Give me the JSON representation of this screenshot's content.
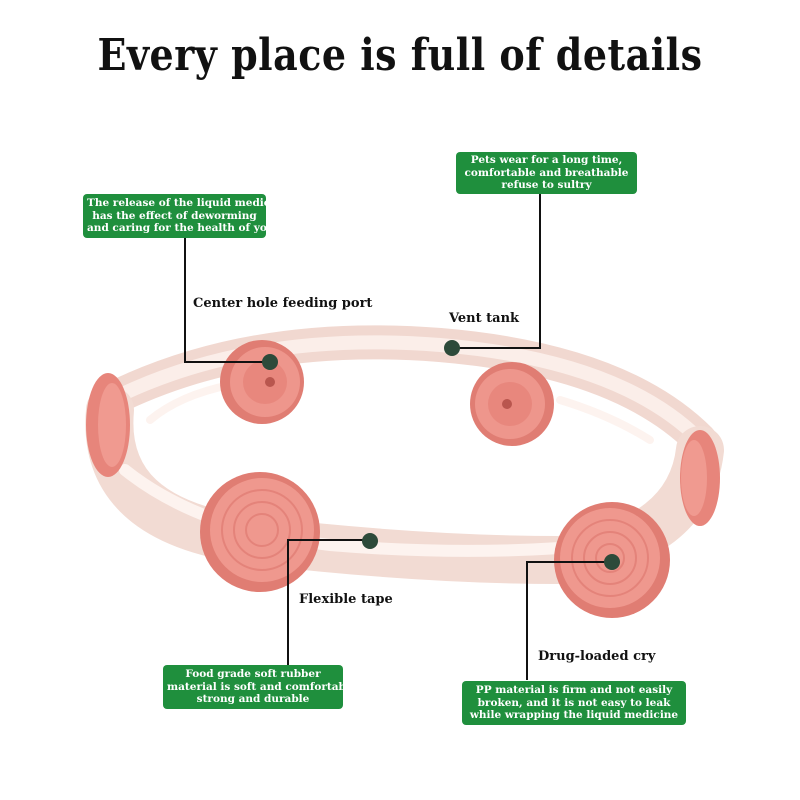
{
  "title": "Every place is full of details",
  "colors": {
    "callout_bg": "#1f8f3d",
    "band": "#f3ddd6",
    "disc": "#e88a80",
    "leader": "#111111",
    "dot": "#2d4a3a"
  },
  "callouts": {
    "top_left": {
      "lines": [
        "The release of the liquid medicine",
        "has the effect of deworming",
        "and caring for the health of your pet"
      ]
    },
    "top_right": {
      "lines": [
        "Pets wear for a long time,",
        "comfortable and breathable",
        "refuse to sultry"
      ]
    },
    "bottom_left": {
      "lines": [
        "Food grade soft rubber",
        "material is soft and comfortable,",
        "strong and durable"
      ]
    },
    "bottom_right": {
      "lines": [
        "PP material is firm and not easily",
        "broken, and it is not easy to leak",
        "while wrapping the liquid medicine"
      ]
    }
  },
  "labels": {
    "center_hole": "Center hole feeding port",
    "vent_tank": "Vent tank",
    "flexible_tape": "Flexible tape",
    "drug_loaded": "Drug-loaded cry"
  },
  "icons": {
    "product": "pet-collar-ring-image",
    "pointer": "leader-line-dot-icon"
  }
}
